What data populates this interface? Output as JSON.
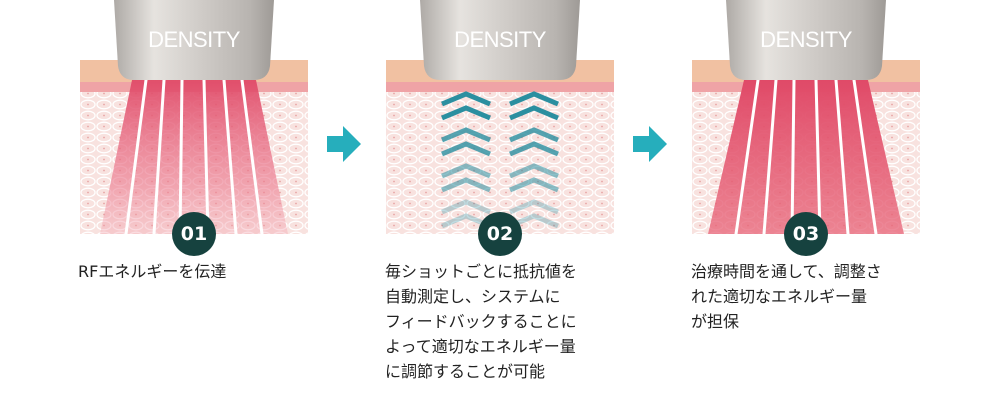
{
  "device_label": "DENSITY",
  "colors": {
    "badge": "#16423f",
    "arrow": "#26aebc",
    "rf_red": "#e8607a",
    "feedback_teal": "#2b8fa0",
    "skin_base": "#f8e2df",
    "epidermis": "#f1c1a2"
  },
  "steps": [
    {
      "number": "01",
      "text": "RFエネルギーを伝達"
    },
    {
      "number": "02",
      "text": "毎ショットごとに抵抗値を\n自動測定し、システムに\nフィードバックすることに\nよって適切なエネルギー量\nに調節することが可能"
    },
    {
      "number": "03",
      "text": "治療時間を通して、調整さ\nれた適切なエネルギー量\nが担保"
    }
  ]
}
